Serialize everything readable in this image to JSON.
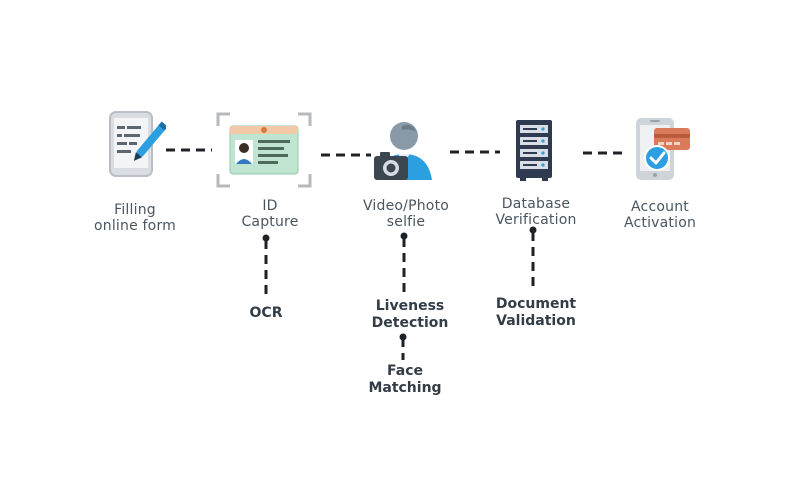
{
  "steps": [
    {
      "id": "form",
      "label": "Filling\nonline form",
      "icon": "form-icon"
    },
    {
      "id": "id",
      "label": "ID\nCapture",
      "icon": "id-card-icon"
    },
    {
      "id": "selfie",
      "label": "Video/Photo\nselfie",
      "icon": "selfie-camera-icon"
    },
    {
      "id": "db",
      "label": "Database\nVerification",
      "icon": "server-icon"
    },
    {
      "id": "account",
      "label": "Account\nActivation",
      "icon": "phone-check-icon"
    }
  ],
  "sub_steps": {
    "ocr": "OCR",
    "liveness": "Liveness\nDetection",
    "face": "Face\nMatching",
    "document": "Document\nValidation"
  },
  "colors": {
    "connector": "#1e2227",
    "label": "#4a5560",
    "sub_label": "#333d47",
    "accent_blue": "#2c9fe0",
    "card_green": "#bfe5d0",
    "server_navy": "#2e3a4f"
  }
}
